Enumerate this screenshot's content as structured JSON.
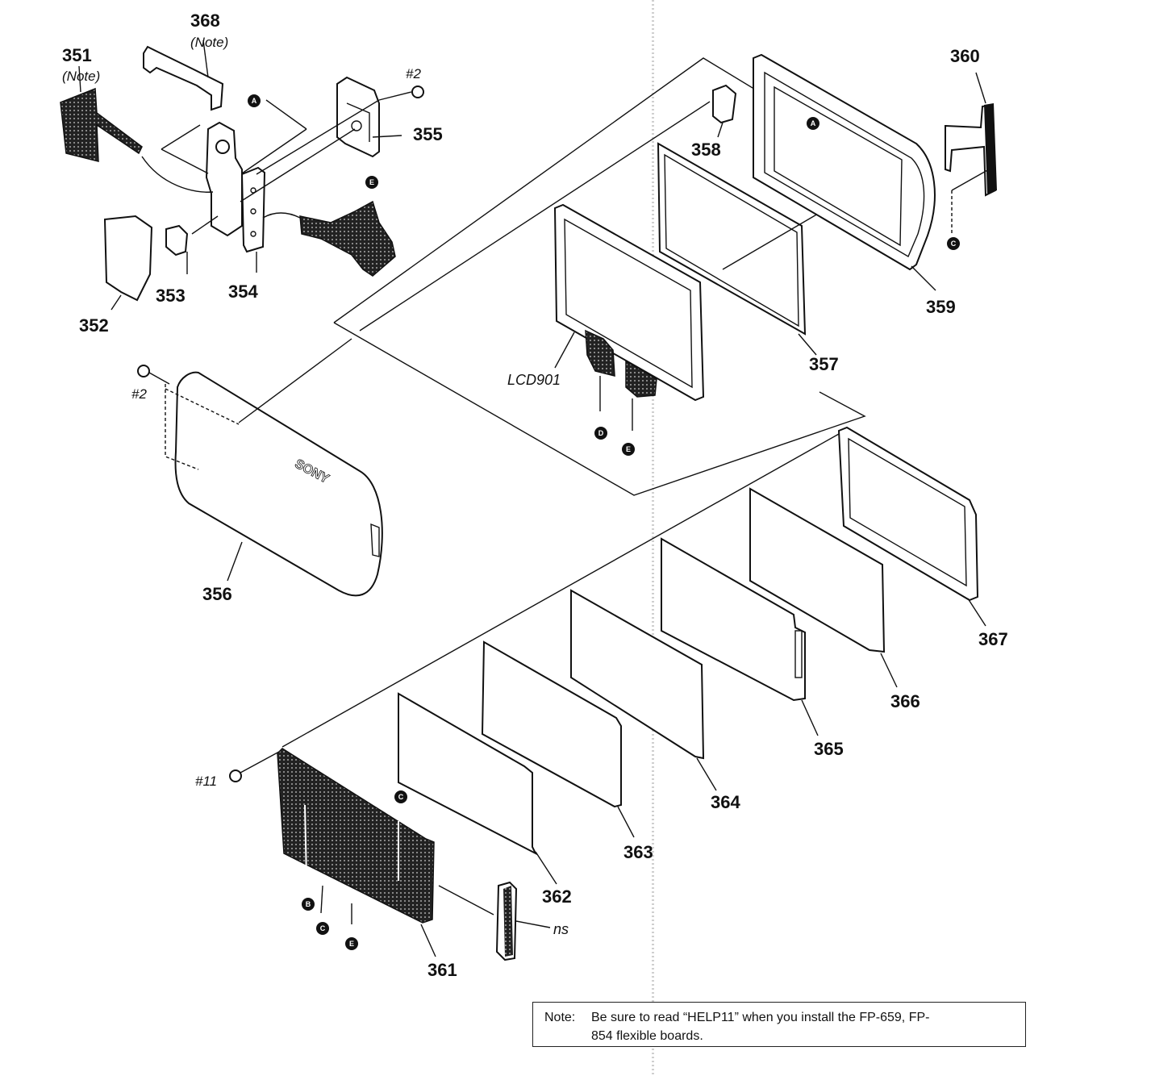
{
  "labels": {
    "p351": "351",
    "p351_note": "(Note)",
    "p368": "368",
    "p368_note": "(Note)",
    "p355": "355",
    "p352": "352",
    "p353": "353",
    "p354": "354",
    "p356": "356",
    "p357": "357",
    "p358": "358",
    "p359": "359",
    "p360": "360",
    "p361": "361",
    "p362": "362",
    "p363": "363",
    "p364": "364",
    "p365": "365",
    "p366": "366",
    "p367": "367",
    "lcd": "LCD901",
    "ns": "ns",
    "screw2_top": "#2",
    "screw2_left": "#2",
    "screw11": "#11"
  },
  "markers": {
    "a1": "A",
    "a2": "A",
    "b1": "B",
    "c1": "C",
    "c2": "C",
    "c3": "C",
    "d1": "D",
    "e1": "E",
    "e2": "E",
    "e3": "E"
  },
  "note": {
    "lead": "Note:",
    "line1": "Be sure to read “HELP11” when you install the FP-659, FP-",
    "line2": "854 flexible boards."
  }
}
